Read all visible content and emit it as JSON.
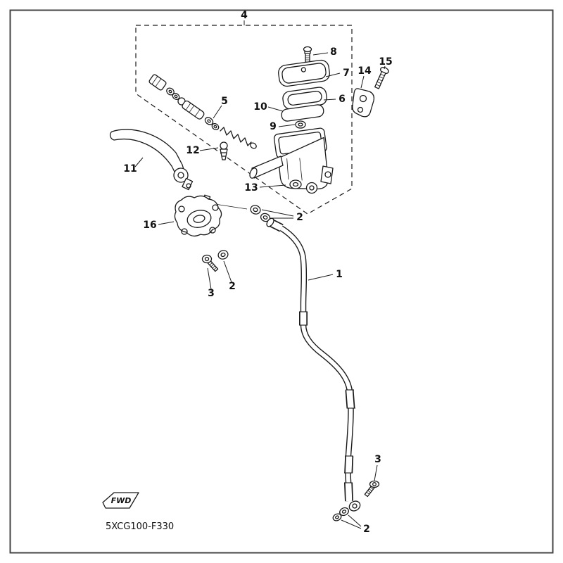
{
  "meta": {
    "diagram_code": "5XCG100-F330",
    "fwd_label": "FWD"
  },
  "labels": {
    "p1": "1",
    "p2": "2",
    "p3": "3",
    "p4": "4",
    "p5": "5",
    "p6": "6",
    "p7": "7",
    "p8": "8",
    "p9": "9",
    "p10": "10",
    "p11": "11",
    "p12": "12",
    "p13": "13",
    "p14": "14",
    "p15": "15",
    "p16": "16"
  }
}
